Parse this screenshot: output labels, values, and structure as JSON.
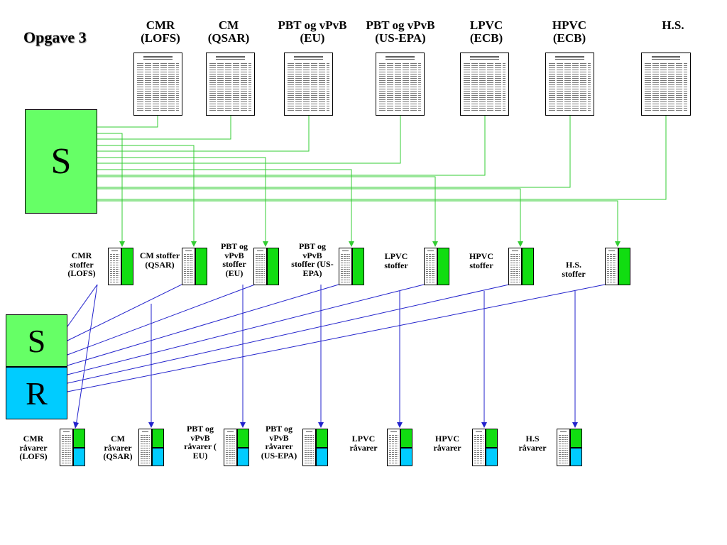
{
  "title": "Opgave 3",
  "blocks": {
    "s_large": "S",
    "s_small": "S",
    "r_small": "R"
  },
  "colors": {
    "green_line": "#33cc33",
    "blue_line": "#2222cc",
    "green_fill": "#11dd11",
    "block_green": "#66ff66",
    "block_blue": "#00ccff"
  },
  "sources": [
    {
      "label": "CMR\n(LOFS)"
    },
    {
      "label": "CM\n(QSAR)"
    },
    {
      "label": "PBT og vPvB\n(EU)"
    },
    {
      "label": "PBT og vPvB\n(US-EPA)"
    },
    {
      "label": "LPVC\n(ECB)"
    },
    {
      "label": "HPVC\n(ECB)"
    },
    {
      "label": "H.S."
    }
  ],
  "substances": [
    {
      "label": "CMR\nstoffer\n(LOFS)"
    },
    {
      "label": "CM stoffer\n(QSAR)"
    },
    {
      "label": "PBT og\nvPvB\nstoffer\n(EU)"
    },
    {
      "label": "PBT og\nvPvB\nstoffer (US-\nEPA)"
    },
    {
      "label": "LPVC\nstoffer"
    },
    {
      "label": "HPVC\nstoffer"
    },
    {
      "label": "H.S.\nstoffer"
    }
  ],
  "materials": [
    {
      "label": "CMR\nråvarer\n(LOFS)"
    },
    {
      "label": "CM\nråvarer\n(QSAR)"
    },
    {
      "label": "PBT og\nvPvB\nråvarer  (\nEU)"
    },
    {
      "label": "PBT og\nvPvB\nråvarer\n(US-EPA)"
    },
    {
      "label": "LPVC\nråvarer"
    },
    {
      "label": "HPVC\nråvarer"
    },
    {
      "label": "H.S\nråvarer"
    }
  ]
}
